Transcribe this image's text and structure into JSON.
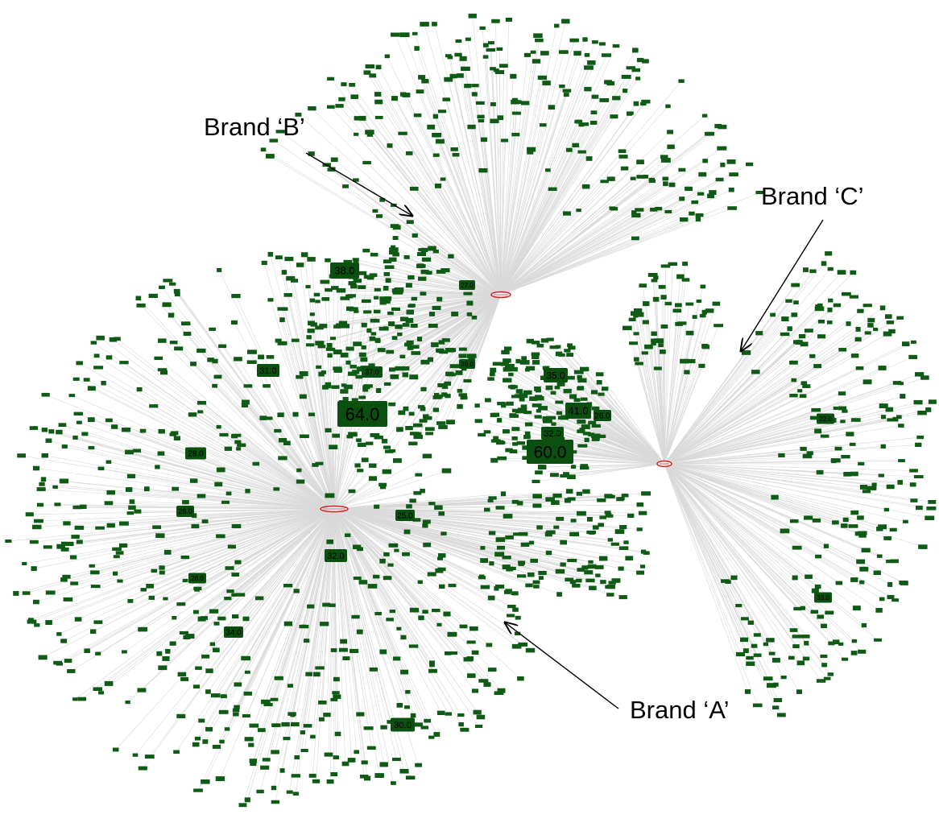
{
  "callouts": {
    "brand_a": "Brand ‘A’",
    "brand_b": "Brand ‘B’",
    "brand_c": "Brand ‘C’"
  },
  "colors": {
    "node": "#0f5a14",
    "edge": "#d9d9d9",
    "hub": "#d21f1f"
  },
  "node_labels": [
    "64.0",
    "60.0",
    "38.0",
    "31.0",
    "28.0",
    "25.0",
    "32.0",
    "30.0",
    "34.0",
    "35.0",
    "41.0",
    "26.0",
    "32.0",
    "27.0",
    "39.0",
    "37.0",
    "28.0",
    "28.0",
    "22.0",
    "33.0"
  ]
}
